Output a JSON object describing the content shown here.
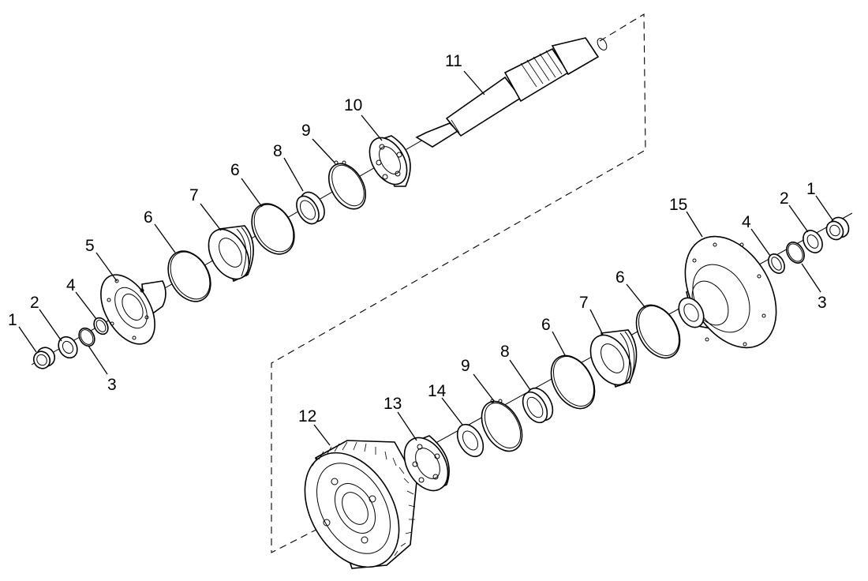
{
  "diagram": {
    "callouts": {
      "upper": {
        "p1": "1",
        "p2": "2",
        "p3": "3",
        "p4": "4",
        "p5": "5",
        "p6a": "6",
        "p7": "7",
        "p6b": "6",
        "p8": "8",
        "p9": "9",
        "p10": "10",
        "p11": "11"
      },
      "lower": {
        "p12": "12",
        "p13": "13",
        "p14": "14",
        "p9": "9",
        "p8": "8",
        "p6a": "6",
        "p7": "7",
        "p6b": "6",
        "p15": "15",
        "p4": "4",
        "p3": "3",
        "p2": "2",
        "p1": "1"
      }
    }
  }
}
